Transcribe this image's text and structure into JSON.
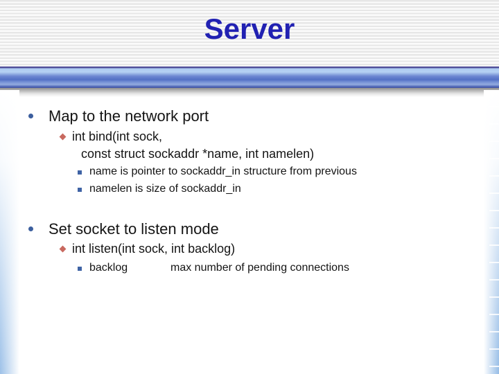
{
  "slide": {
    "title": "Server"
  },
  "colors": {
    "title_text": "#2121b2",
    "body_text": "#141414",
    "level1_bullet": "#3c5f9e",
    "level2_bullet": "#c8695f",
    "level3_bullet": "#3f63a5",
    "accent_bar_blue": "#5370c5",
    "header_stripe_gray": "#e7e7e7",
    "edge_gradient_blue": "#9dc1e8"
  },
  "content": {
    "section1": {
      "heading": "Map to the network port",
      "code_line1": "int bind(int sock,",
      "code_line2": "const struct sockaddr *name, int namelen)",
      "note1": "name is pointer to sockaddr_in structure from previous",
      "note2": "namelen is size of sockaddr_in"
    },
    "section2": {
      "heading": "Set socket to listen mode",
      "code_line1": "int listen(int sock, int backlog)",
      "note_term": "backlog",
      "note_desc": "max number of pending connections"
    }
  }
}
